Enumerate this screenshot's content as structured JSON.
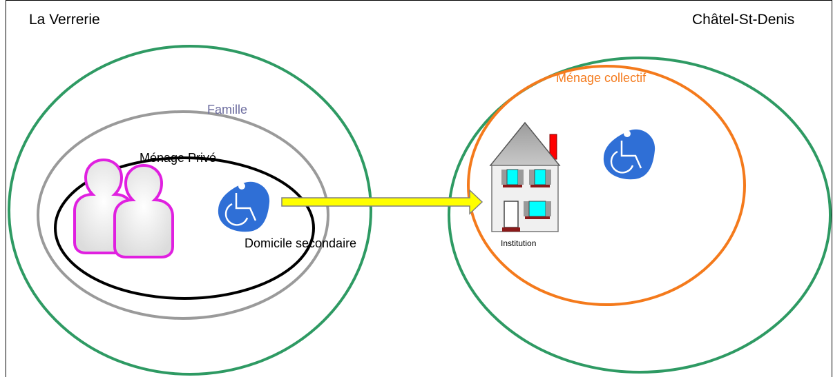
{
  "regions": {
    "left": {
      "name": "La Verrerie"
    },
    "right": {
      "name": "Châtel-St-Denis"
    }
  },
  "groups": {
    "famille": "Famille",
    "menage_prive": "Ménage Privé",
    "menage_collectif": "Ménage collectif"
  },
  "labels": {
    "domicile_secondaire": "Domicile secondaire",
    "institution": "Institution"
  },
  "colors": {
    "region_circle": "#2e9a63",
    "famille_ellipse": "#9a9a9a",
    "menage_prive_ellipse": "#000000",
    "menage_collectif_circle": "#f47a1c",
    "famille_text": "#6b6b9e",
    "menage_collectif_text": "#f47a1c",
    "people_outline": "#e020e0",
    "wheelchair_blob": "#2f6fd6",
    "arrow_fill": "#ffff00",
    "window_glass": "#00ffff",
    "chimney": "#ff0000"
  },
  "icons": [
    "people-icon",
    "wheelchair-icon",
    "arrow-icon",
    "house-icon"
  ]
}
